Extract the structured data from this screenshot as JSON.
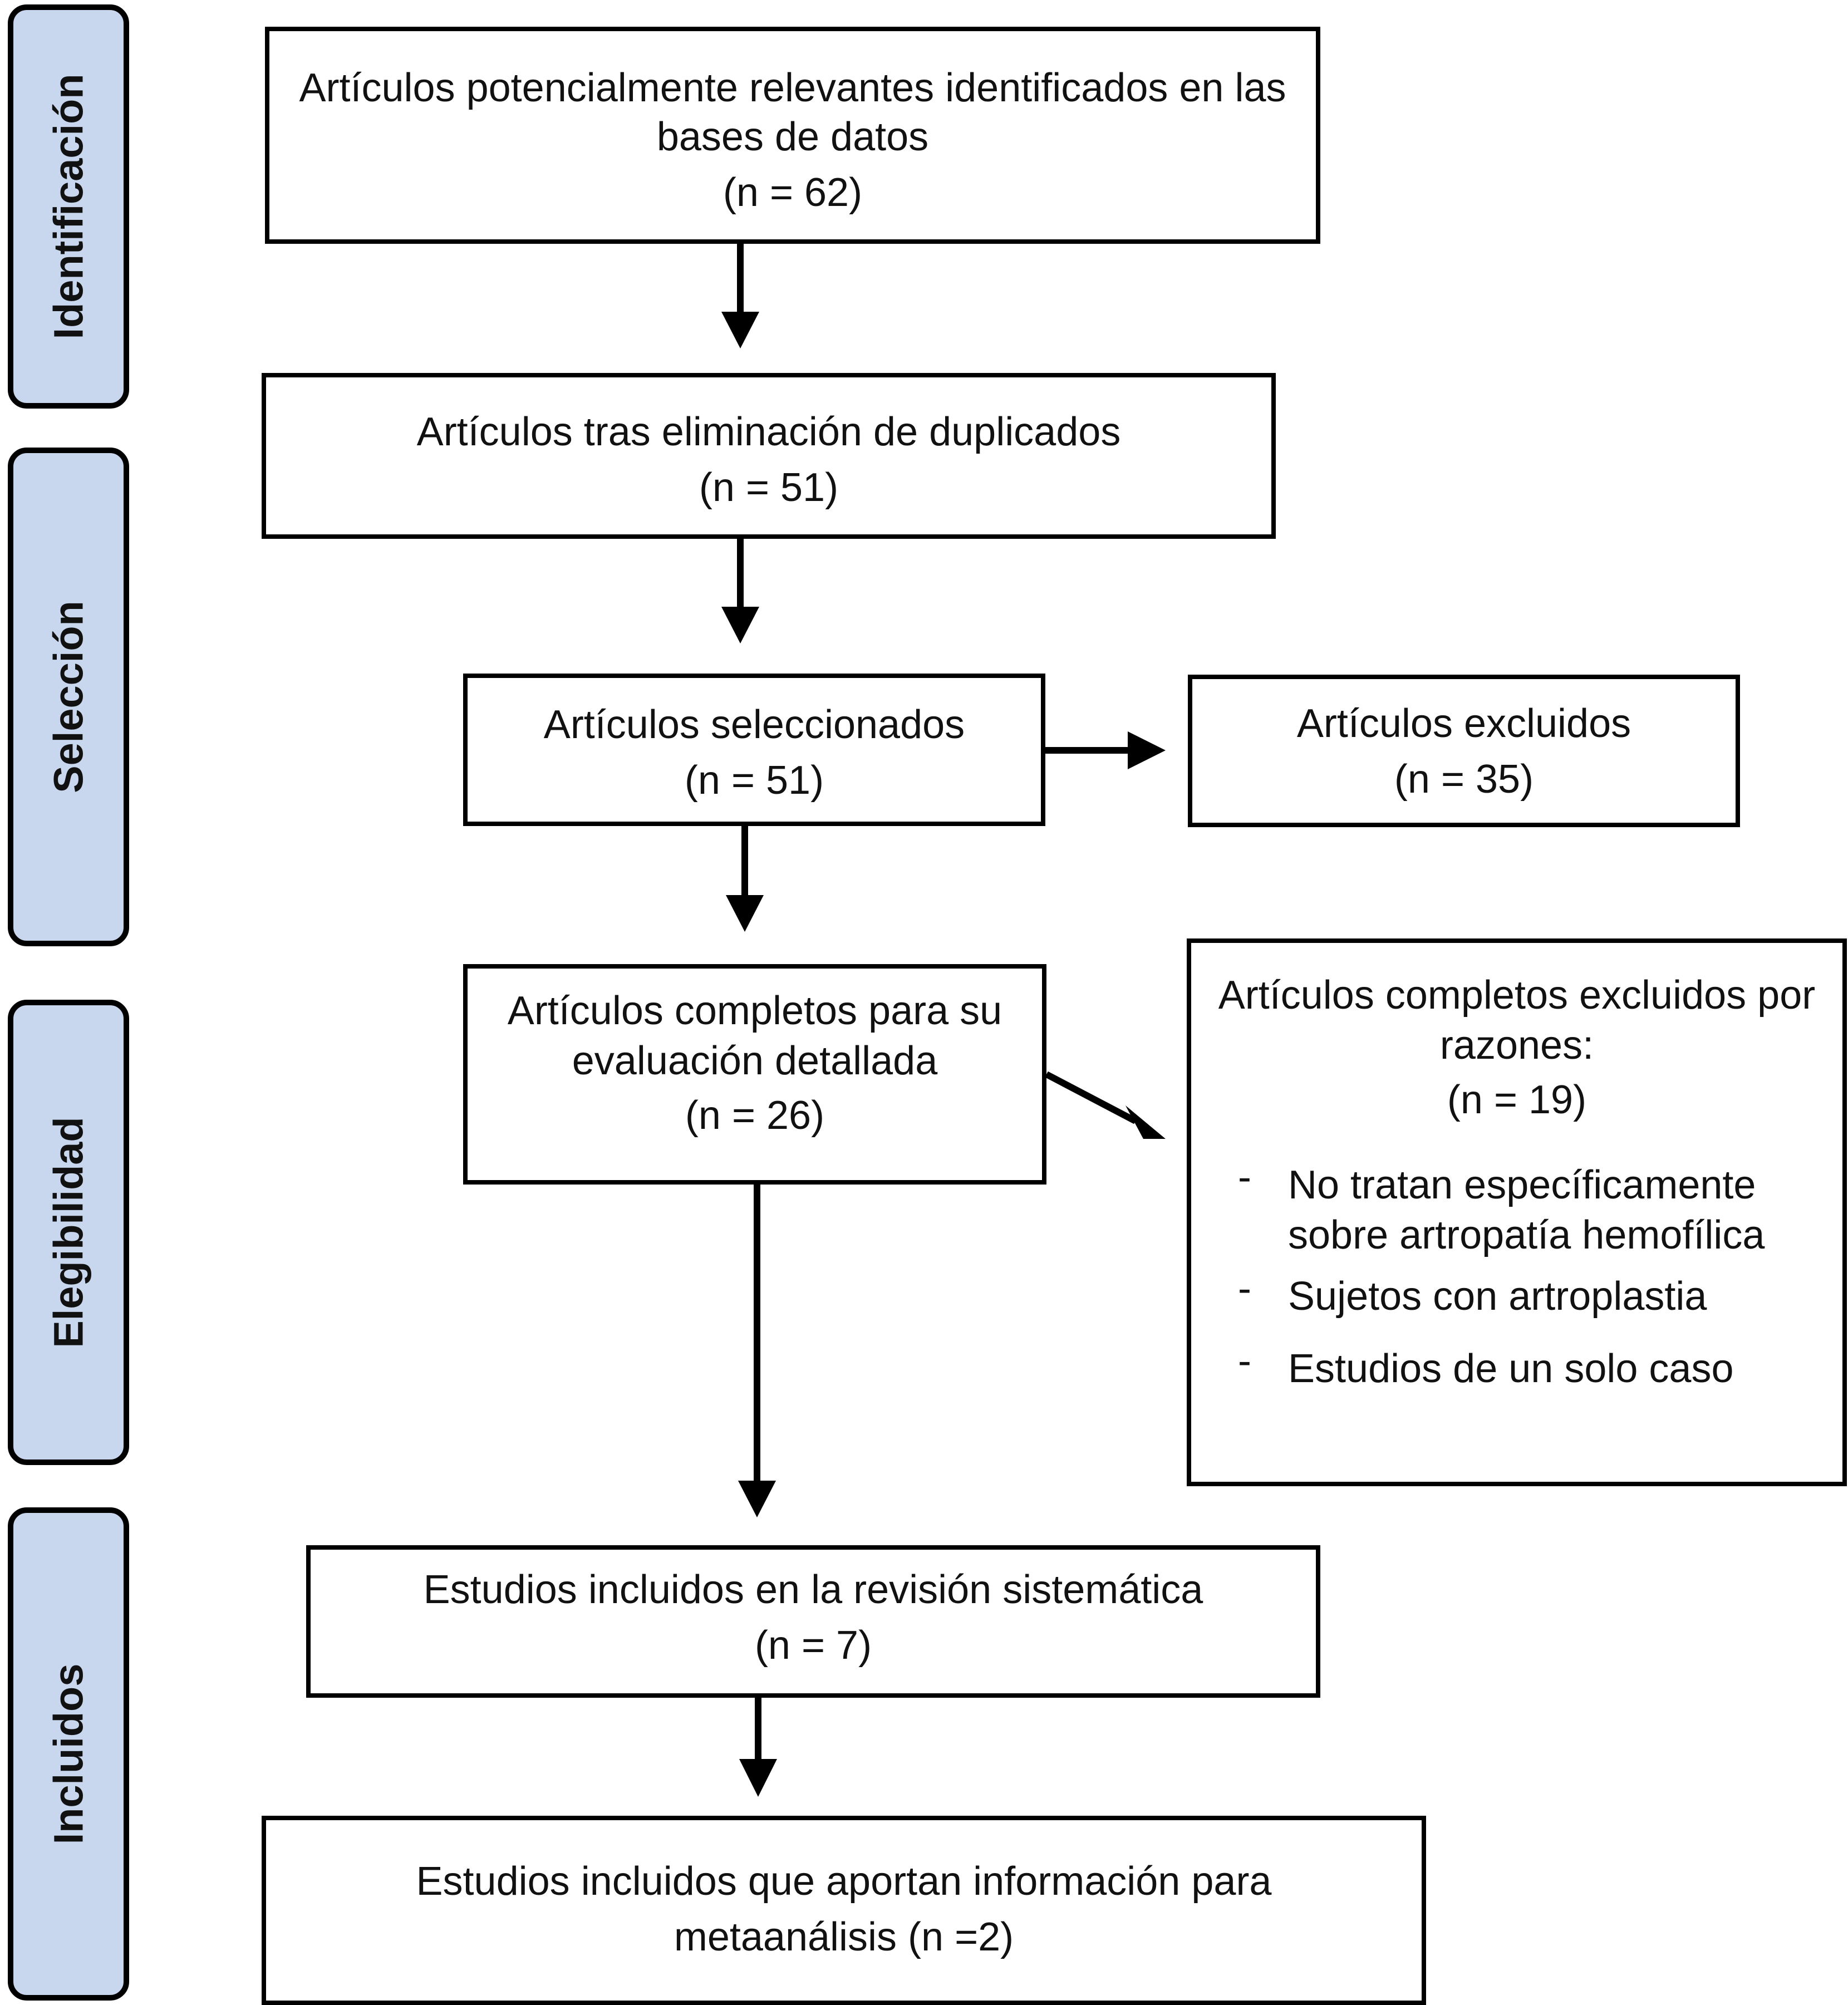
{
  "phases": {
    "identification": "Identificación",
    "selection": "Selección",
    "eligibility": "Elegibilidad",
    "included": "Incluidos"
  },
  "boxes": {
    "identified": {
      "line1": "Artículos potencialmente relevantes identificados en las",
      "line2": "bases de datos",
      "count": "(n = 62)"
    },
    "deduplicated": {
      "line1": "Artículos tras eliminación de duplicados",
      "count": "(n = 51)"
    },
    "selected": {
      "line1": "Artículos seleccionados",
      "count": "(n = 51)"
    },
    "excluded": {
      "line1": "Artículos excluidos",
      "count": "(n = 35)"
    },
    "full_text": {
      "line1": "Artículos completos para su",
      "line2": "evaluación detallada",
      "count": "(n = 26)"
    },
    "full_text_excluded": {
      "line1": "Artículos completos excluidos por",
      "line2": "razones:",
      "count": "(n = 19)",
      "reasons": [
        {
          "line1": "No tratan específicamente",
          "line2": "sobre artropatía hemofílica"
        },
        {
          "line1": "Sujetos con artroplastia"
        },
        {
          "line1": "Estudios de un solo caso"
        }
      ]
    },
    "systematic_review": {
      "line1": "Estudios incluidos en la revisión sistemática",
      "count": "(n = 7)"
    },
    "meta_analysis": {
      "line1": "Estudios incluidos que aportan información para",
      "line2": "metaanálisis (n =2)"
    }
  },
  "colors": {
    "phase_fill": "#c8d7ee",
    "stroke": "#000000",
    "box_fill": "#ffffff"
  }
}
